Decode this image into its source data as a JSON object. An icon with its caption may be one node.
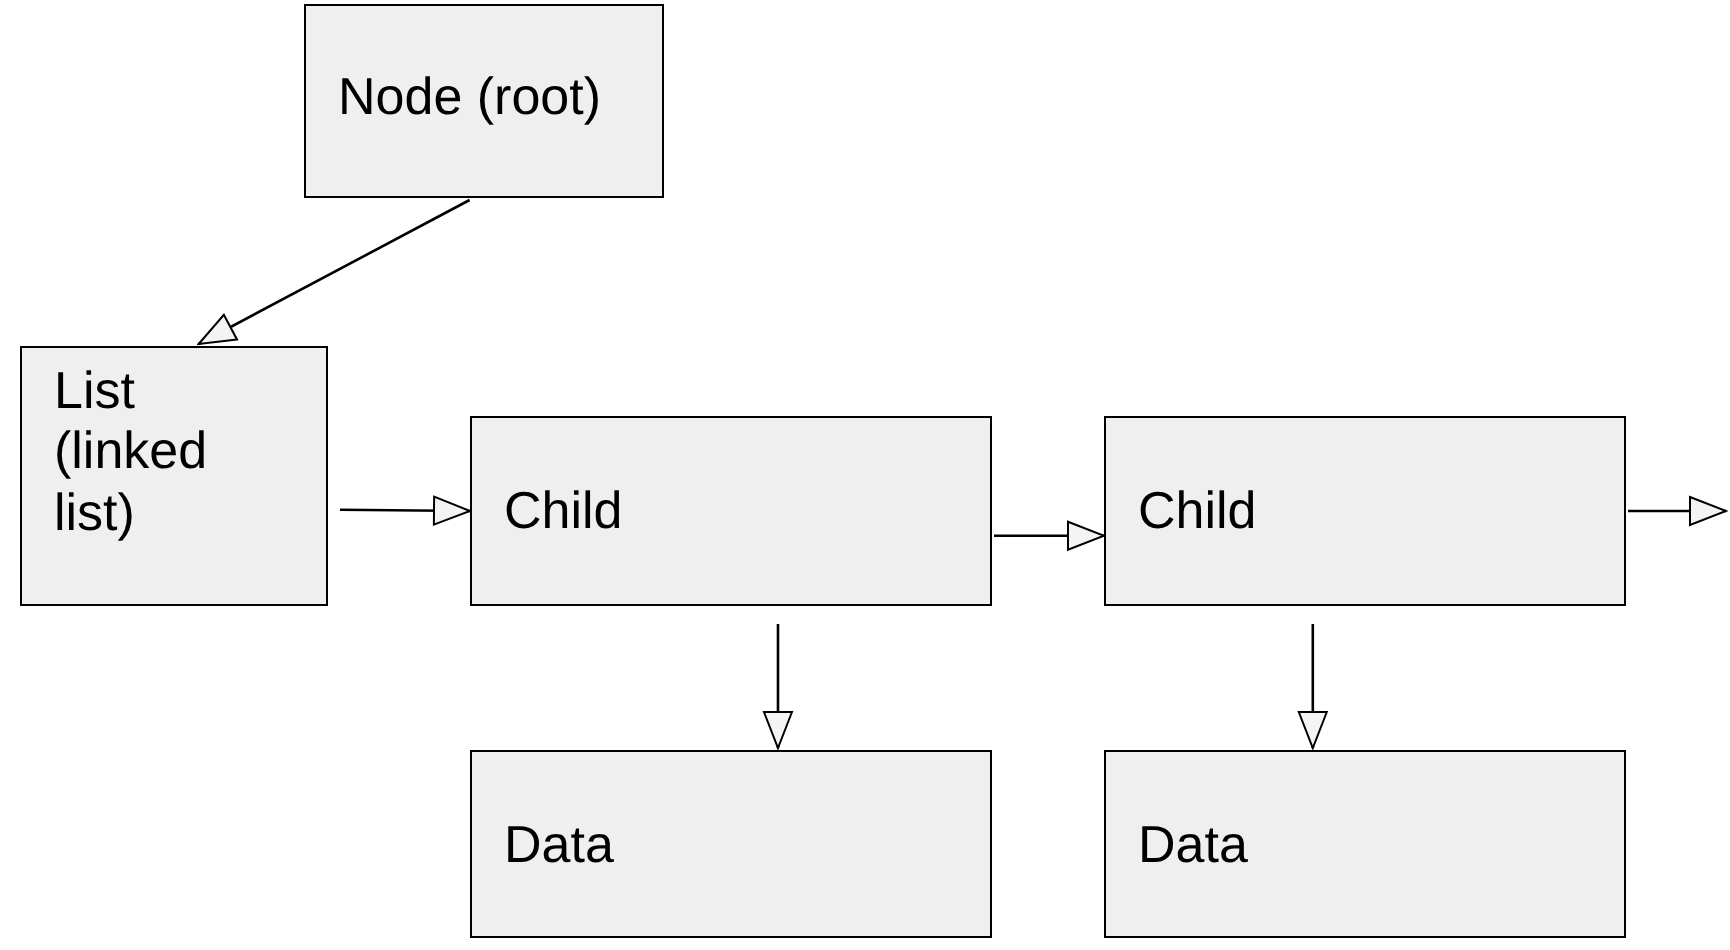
{
  "diagram": {
    "nodes": [
      {
        "text": [
          "Node (root)"
        ]
      },
      {
        "text": [
          "List (linked list)"
        ]
      },
      {
        "text": [
          "Child"
        ]
      },
      {
        "text": [
          "Child"
        ]
      },
      {
        "text": [
          "Data"
        ]
      },
      {
        "text": [
          "Data"
        ]
      }
    ],
    "edges": [
      {
        "from": 0,
        "to": 1,
        "arrow": "to"
      },
      {
        "from": 1,
        "to": 2,
        "arrow": "to"
      },
      {
        "from": 2,
        "to": 3,
        "arrow": "to"
      },
      {
        "from": 3,
        "to": null,
        "arrow": "to"
      },
      {
        "from": 2,
        "to": 4,
        "arrow": "to"
      },
      {
        "from": 3,
        "to": 5,
        "arrow": "to"
      }
    ]
  }
}
